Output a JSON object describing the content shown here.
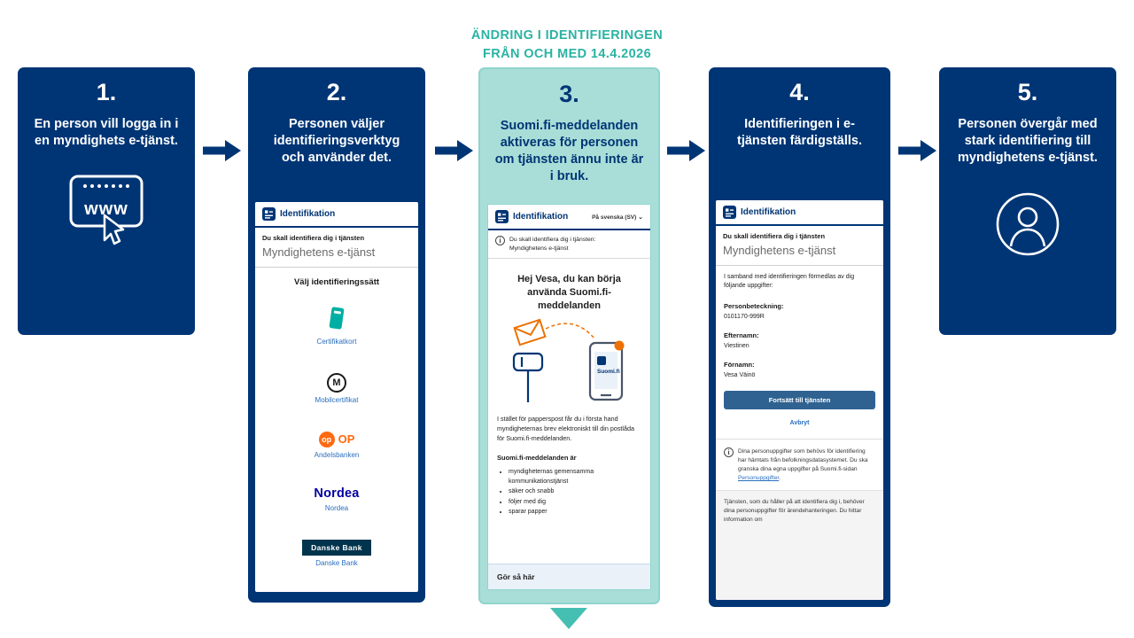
{
  "title": {
    "line1": "ÄNDRING I IDENTIFIERINGEN",
    "line2": "FRÅN OCH MED 14.4.2026"
  },
  "colors": {
    "dark_blue": "#003575",
    "teal_accent": "#2BB3A3",
    "card3_background": "#A9DED8",
    "link_blue": "#2A6EBD",
    "op_orange": "#FF6A10",
    "nordea_blue": "#0000A0",
    "danske_navy": "#00344D"
  },
  "steps": [
    {
      "number": "1.",
      "text": "En person vill logga in i en myndighets e-tjänst.",
      "icon_text": "www"
    },
    {
      "number": "2.",
      "text": "Personen väljer identifieringsverktyg och använder det."
    },
    {
      "number": "3.",
      "text": "Suomi.fi-meddelanden aktiveras för personen om tjänsten ännu inte är i bruk."
    },
    {
      "number": "4.",
      "text": "Identifieringen i e-tjänsten färdigställs."
    },
    {
      "number": "5.",
      "text": "Personen övergår med stark identifiering till myndighetens e-tjänst."
    }
  ],
  "screenshot2": {
    "header": "Identifikation",
    "subtitle": "Du skall identifiera dig i tjänsten",
    "service": "Myndighetens e-tjänst",
    "choose": "Välj identifieringssätt",
    "options": [
      {
        "label": "Certifikatkort"
      },
      {
        "label": "Mobilcertifikat",
        "circle_text": "M"
      },
      {
        "label": "Andelsbanken",
        "circle_text": "op",
        "logo_text": "OP"
      },
      {
        "label": "Nordea",
        "logo_text": "Nordea"
      },
      {
        "label": "Danske Bank",
        "logo_text": "Danske Bank"
      }
    ]
  },
  "screenshot3": {
    "header": "Identifikation",
    "language": "På svenska (SV)",
    "info_line1": "Du skall identifiera dig i tjänsten:",
    "info_line2": "Myndighetens e-tjänst",
    "heading": "Hej Vesa, du kan börja använda Suomi.fi-meddelanden",
    "phone_logo": "Suomi.fi",
    "body": "I stället för papperspost får du i första hand myndigheternas brev elektroniskt till din postlåda för Suomi.fi-meddelanden.",
    "list_title": "Suomi.fi-meddelanden är",
    "bullets": [
      "myndigheternas gemensamma kommunikationstjänst",
      "säker och snabb",
      "följer med dig",
      "sparar papper"
    ],
    "footer_link": "Gör så här"
  },
  "screenshot4": {
    "header": "Identifikation",
    "subtitle": "Du skall identifiera dig i tjänsten",
    "service": "Myndighetens e-tjänst",
    "intro": "I samband med identifieringen förmedlas av dig följande uppgifter:",
    "fields": [
      {
        "label": "Personbeteckning:",
        "value": "0101170-999R"
      },
      {
        "label": "Efternamn:",
        "value": "Viestinen"
      },
      {
        "label": "Förnamn:",
        "value": "Vesa Väinö"
      }
    ],
    "continue_button": "Fortsätt till tjänsten",
    "cancel_link": "Avbryt",
    "info_text": "Dina personuppgifter som behövs för identifiering har hämtats från befolkningsdatasystemet. Du ska granska dina egna uppgifter på Suomi.fi-sidan ",
    "info_link": "Personuppgifter",
    "info_suffix": ".",
    "footer_text": "Tjänsten, som du håller på att identifiera dig i, behöver dina personuppgifter för ärendehanteringen. Du hittar information om"
  }
}
